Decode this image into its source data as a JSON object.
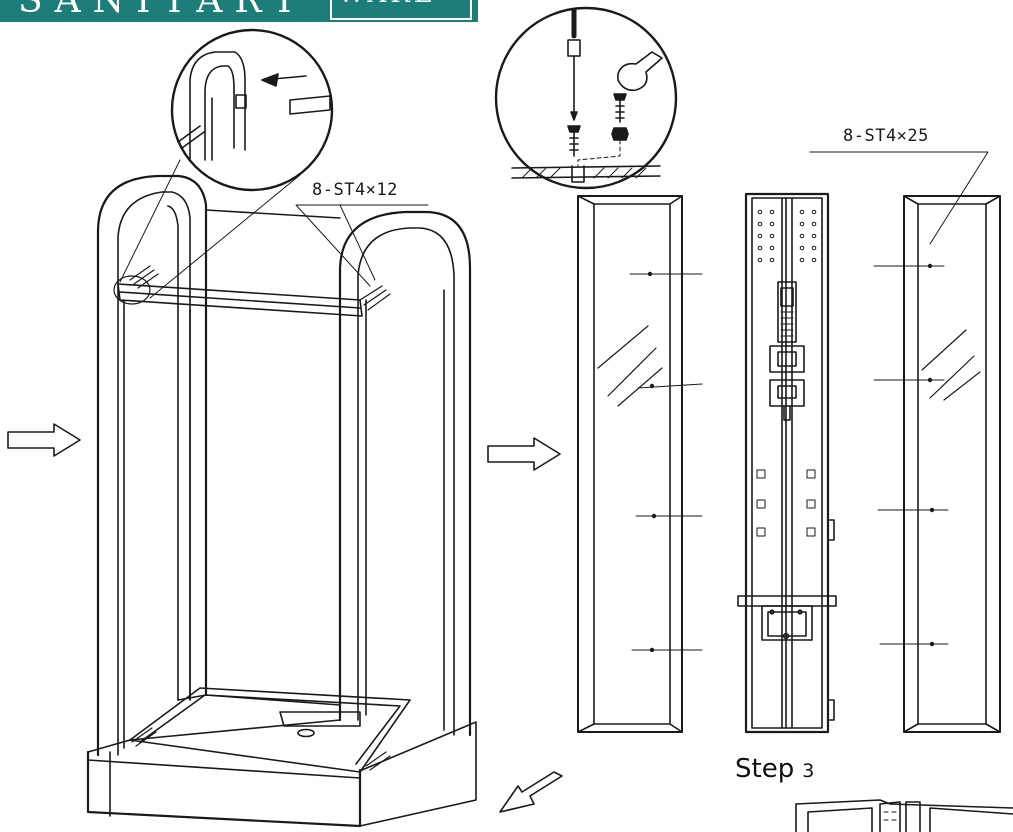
{
  "brand": {
    "name": "SANITARY",
    "box_word": "WARE",
    "color": "#1d7d78"
  },
  "callouts": {
    "frame_screws": "8-ST4×12",
    "panel_screws": "8-ST4×25"
  },
  "step": {
    "label": "Step",
    "number": "3"
  },
  "icons": [
    "screwdriver-icon",
    "wrench-icon",
    "arrow-right-icon",
    "arrow-down-left-icon"
  ]
}
